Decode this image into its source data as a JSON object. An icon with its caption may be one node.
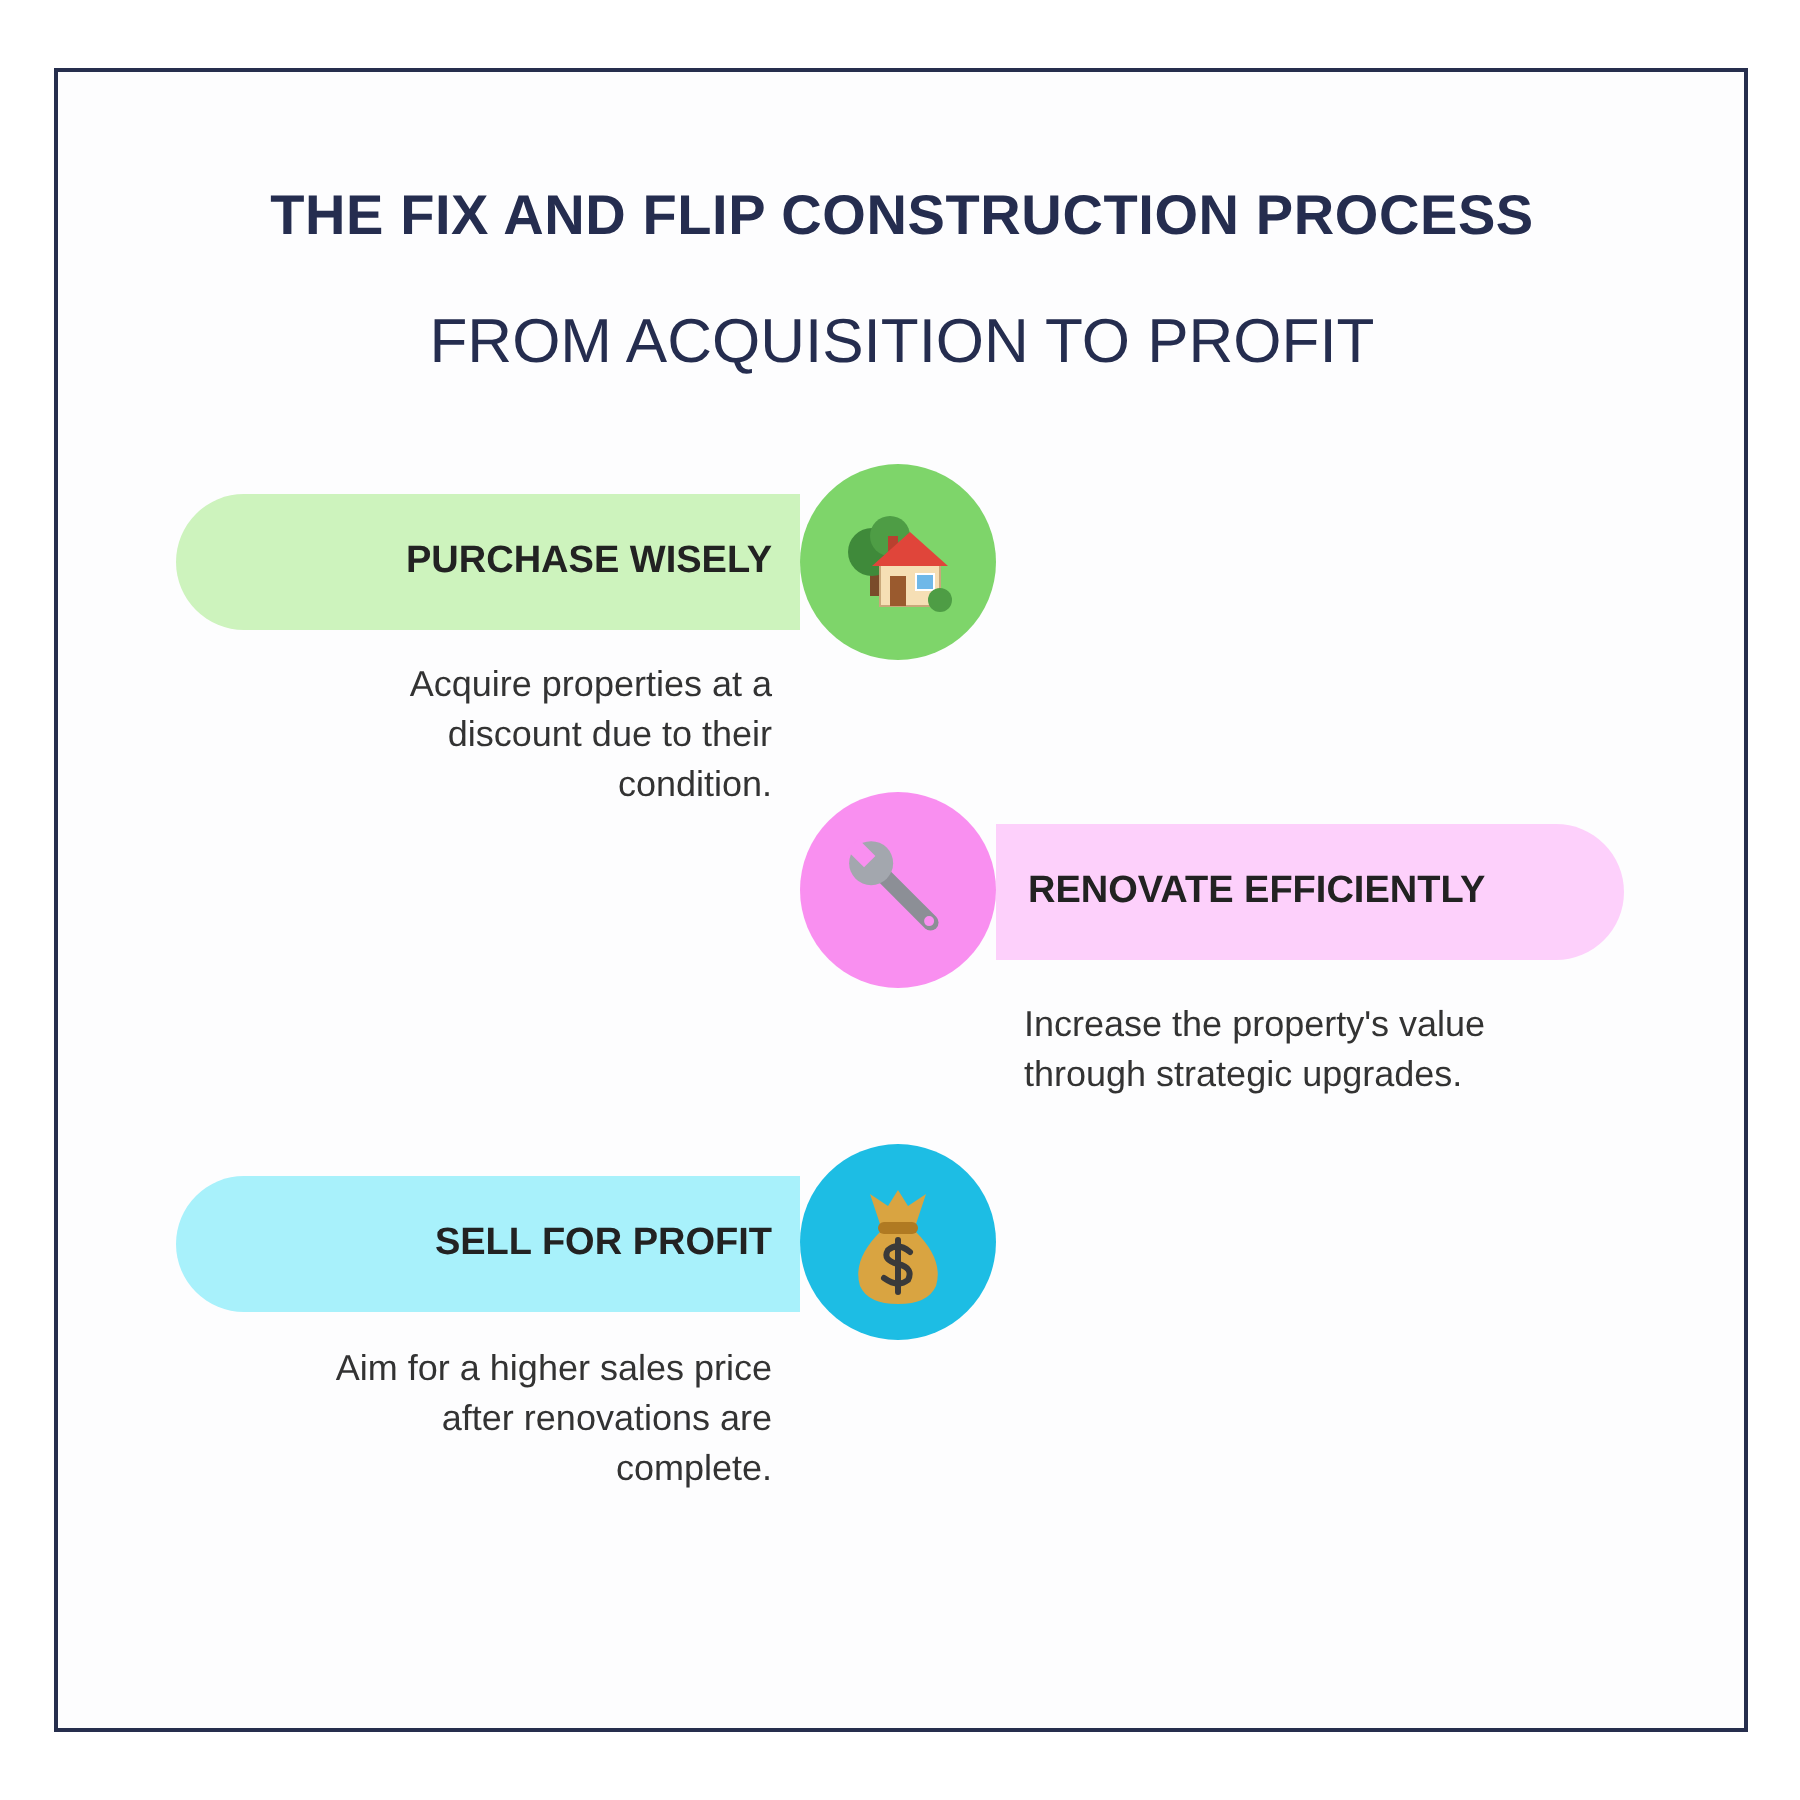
{
  "diagram": {
    "title": "THE FIX AND FLIP CONSTRUCTION PROCESS",
    "nodes": [
      {
        "text": [
          "PURCHASE WISELY"
        ],
        "beside": [
          "Acquire properties at a discount due to their condition."
        ]
      },
      {
        "text": [
          "RENOVATE EFFICIENTLY"
        ],
        "beside": [
          "Increase the property's value through strategic upgrades."
        ]
      },
      {
        "text": [
          "SELL FOR PROFIT"
        ],
        "beside": [
          "Aim for a higher sales price after renovations are complete."
        ]
      }
    ],
    "labels": [
      "FROM ACQUISITION TO PROFIT"
    ]
  }
}
